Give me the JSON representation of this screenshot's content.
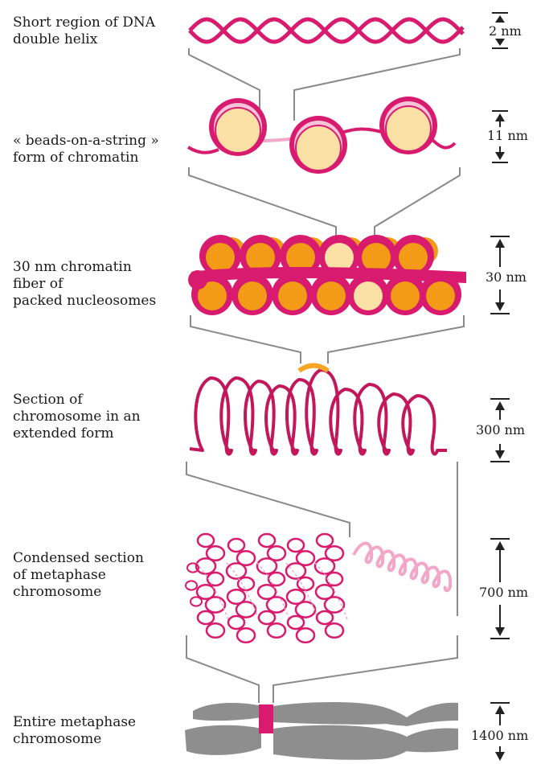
{
  "colors": {
    "dna": "#d81b6f",
    "dna_light": "#f3a7c8",
    "histone_core": "#fbe0a6",
    "histone_orange": "#f39a16",
    "connector": "#8a8a8a",
    "chromosome_gray": "#8e8e8e",
    "centromere": "#d81b6f"
  },
  "levels": [
    {
      "label_lines": [
        "Short region of DNA",
        "double helix"
      ],
      "scale": "2 nm"
    },
    {
      "label_lines": [
        "« beads-on-a-string »",
        "form of chromatin"
      ],
      "scale": "11 nm"
    },
    {
      "label_lines": [
        "30 nm chromatin",
        "fiber of",
        "packed nucleosomes"
      ],
      "scale": "30 nm"
    },
    {
      "label_lines": [
        "Section of",
        "chromosome in an",
        "extended form"
      ],
      "scale": "300 nm"
    },
    {
      "label_lines": [
        "Condensed section",
        "of metaphase",
        "chromosome"
      ],
      "scale": "700 nm"
    },
    {
      "label_lines": [
        "Entire metaphase",
        "chromosome"
      ],
      "scale": "1400 nm"
    }
  ]
}
